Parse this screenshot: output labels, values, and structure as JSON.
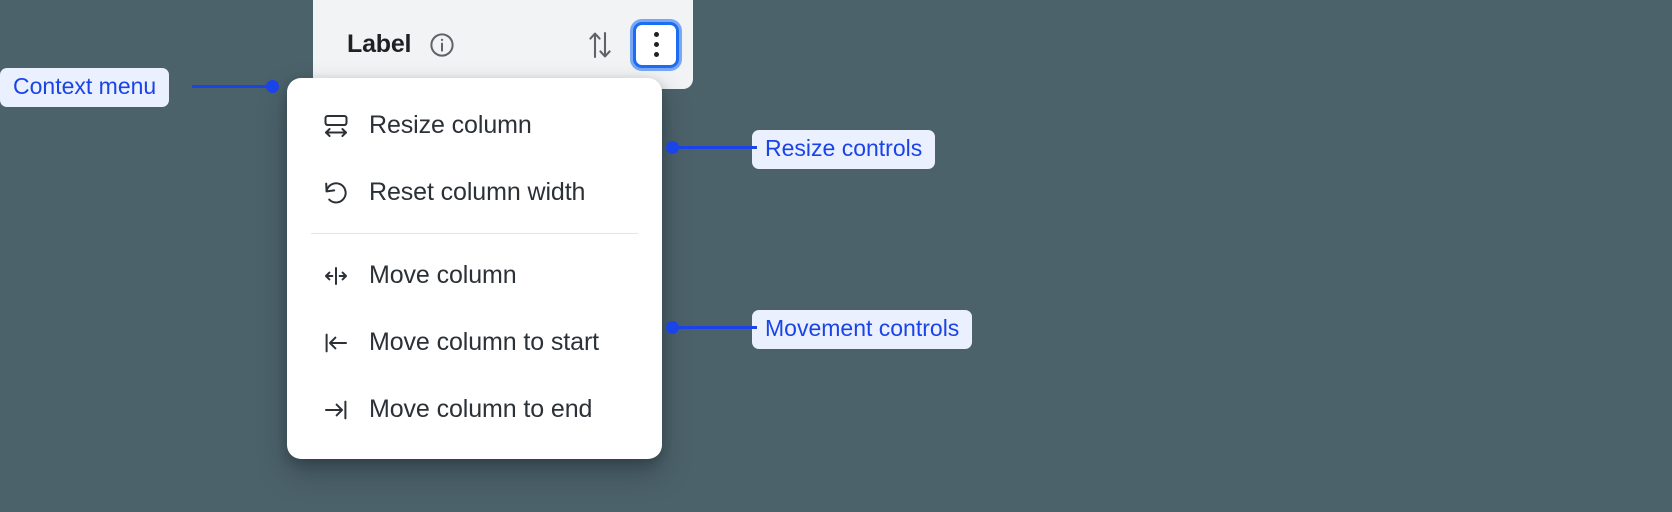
{
  "column_header": {
    "title": "Label",
    "info_icon": "info-circle-icon",
    "sort_icon": "sort-up-down-icon",
    "menu_button_icon": "kebab-menu-icon"
  },
  "context_menu": {
    "groups": [
      {
        "name": "resize",
        "items": [
          {
            "label": "Resize column",
            "icon": "resize-column-icon"
          },
          {
            "label": "Reset column width",
            "icon": "reset-rotate-ccw-icon"
          }
        ]
      },
      {
        "name": "movement",
        "items": [
          {
            "label": "Move column",
            "icon": "move-left-right-icon"
          },
          {
            "label": "Move column to start",
            "icon": "move-to-start-icon"
          },
          {
            "label": "Move column to end",
            "icon": "move-to-end-icon"
          }
        ]
      }
    ]
  },
  "annotations": [
    {
      "label": "Context menu"
    },
    {
      "label": "Resize controls"
    },
    {
      "label": "Movement controls"
    }
  ],
  "colors": {
    "background": "#4c626b",
    "header_surface": "#f1f3f4",
    "menu_surface": "#ffffff",
    "focus_ring": "#1b6ef3",
    "annotation_text": "#1b44e8",
    "annotation_fill": "#eaf0fe",
    "menu_text": "#2c3137"
  }
}
